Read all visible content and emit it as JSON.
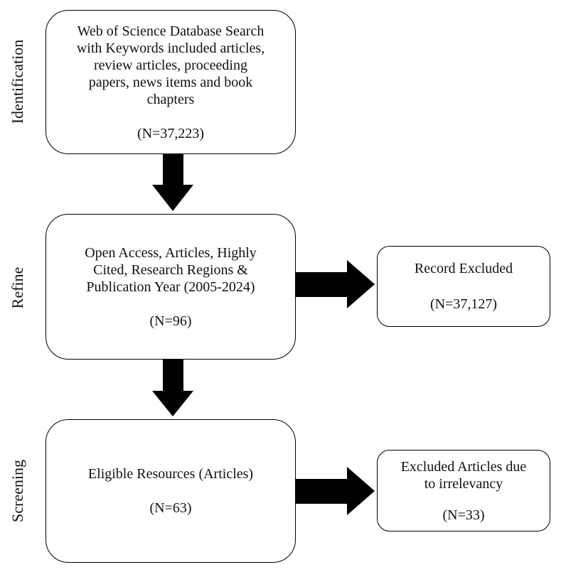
{
  "stages": {
    "identification": "Identification",
    "refine": "Refine",
    "screening": "Screening"
  },
  "boxes": {
    "identification": {
      "lines": [
        "Web of Science Database Search",
        "with Keywords included articles,",
        "review articles, proceeding",
        "papers, news items and book",
        "chapters"
      ],
      "count": "(N=37,223)"
    },
    "refine": {
      "lines": [
        "Open Access, Articles, Highly",
        "Cited, Research Regions &",
        "Publication Year (2005-2024)"
      ],
      "count": "(N=96)"
    },
    "screening": {
      "lines": [
        "Eligible Resources (Articles)"
      ],
      "count": "(N=63)"
    },
    "record_excluded": {
      "lines": [
        "Record Excluded"
      ],
      "count": "(N=37,127)"
    },
    "excluded_articles": {
      "lines": [
        "Excluded Articles due",
        "to irrelevancy"
      ],
      "count": "(N=33)"
    }
  }
}
